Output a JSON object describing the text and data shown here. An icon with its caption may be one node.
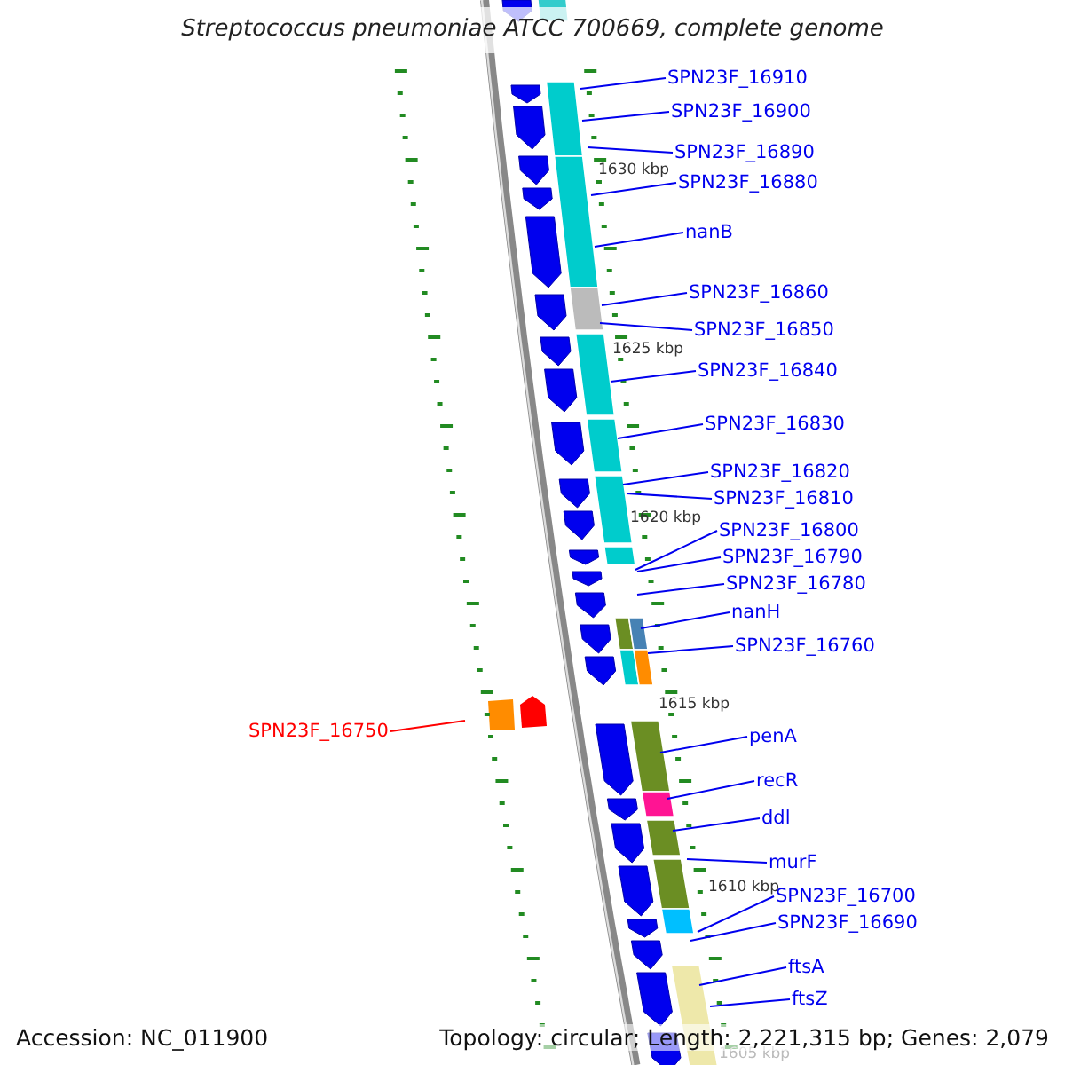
{
  "diagram": {
    "title": "Streptococcus pneumoniae ATCC 700669, complete genome",
    "nodes": [
      {
        "text": [
          "SPN23F_16910"
        ]
      },
      {
        "text": [
          "SPN23F_16900"
        ]
      },
      {
        "text": [
          "SPN23F_16890"
        ]
      },
      {
        "text": [
          "SPN23F_16880"
        ]
      },
      {
        "text": [
          "nanB"
        ]
      },
      {
        "text": [
          "SPN23F_16860"
        ]
      },
      {
        "text": [
          "SPN23F_16850"
        ]
      },
      {
        "text": [
          "SPN23F_16840"
        ]
      },
      {
        "text": [
          "SPN23F_16830"
        ]
      },
      {
        "text": [
          "SPN23F_16820"
        ]
      },
      {
        "text": [
          "SPN23F_16810"
        ]
      },
      {
        "text": [
          "SPN23F_16800"
        ]
      },
      {
        "text": [
          "SPN23F_16790"
        ]
      },
      {
        "text": [
          "SPN23F_16780"
        ]
      },
      {
        "text": [
          "nanH"
        ]
      },
      {
        "text": [
          "SPN23F_16760"
        ]
      },
      {
        "text": [
          "SPN23F_16750"
        ]
      },
      {
        "text": [
          "penA"
        ]
      },
      {
        "text": [
          "recR"
        ]
      },
      {
        "text": [
          "ddl"
        ]
      },
      {
        "text": [
          "murF"
        ]
      },
      {
        "text": [
          "SPN23F_16700"
        ]
      },
      {
        "text": [
          "SPN23F_16690"
        ]
      },
      {
        "text": [
          "ftsA"
        ]
      },
      {
        "text": [
          "ftsZ"
        ]
      }
    ],
    "edges": [
      {
        "from": 0,
        "to": null,
        "arrow": "none"
      },
      {
        "from": 1,
        "to": null,
        "arrow": "none"
      },
      {
        "from": 2,
        "to": null,
        "arrow": "none"
      },
      {
        "from": 3,
        "to": null,
        "arrow": "none"
      },
      {
        "from": 4,
        "to": null,
        "arrow": "none"
      },
      {
        "from": 5,
        "to": null,
        "arrow": "none"
      },
      {
        "from": 6,
        "to": null,
        "arrow": "none"
      },
      {
        "from": 7,
        "to": null,
        "arrow": "none"
      },
      {
        "from": 8,
        "to": null,
        "arrow": "none"
      },
      {
        "from": 9,
        "to": null,
        "arrow": "none"
      },
      {
        "from": 10,
        "to": null,
        "arrow": "none"
      },
      {
        "from": 11,
        "to": null,
        "arrow": "none"
      },
      {
        "from": 12,
        "to": null,
        "arrow": "none"
      },
      {
        "from": 13,
        "to": null,
        "arrow": "none"
      },
      {
        "from": 14,
        "to": null,
        "arrow": "none"
      },
      {
        "from": 15,
        "to": null,
        "arrow": "none"
      },
      {
        "from": 16,
        "to": null,
        "arrow": "none",
        "color": "#ff0000"
      },
      {
        "from": 17,
        "to": null,
        "arrow": "none"
      },
      {
        "from": 18,
        "to": null,
        "arrow": "none"
      },
      {
        "from": 19,
        "to": null,
        "arrow": "none"
      },
      {
        "from": 20,
        "to": null,
        "arrow": "none"
      },
      {
        "from": 21,
        "to": null,
        "arrow": "none"
      },
      {
        "from": 22,
        "to": null,
        "arrow": "none"
      },
      {
        "from": 23,
        "to": null,
        "arrow": "none"
      },
      {
        "from": 24,
        "to": null,
        "arrow": "none"
      }
    ],
    "labels": [
      "1630 kbp",
      "1625 kbp",
      "1620 kbp",
      "1615 kbp",
      "1610 kbp",
      "1605 kbp",
      "Accession: NC_011900",
      "Topology: circular; Length: 2,221,315 bp; Genes: 2,079"
    ]
  }
}
